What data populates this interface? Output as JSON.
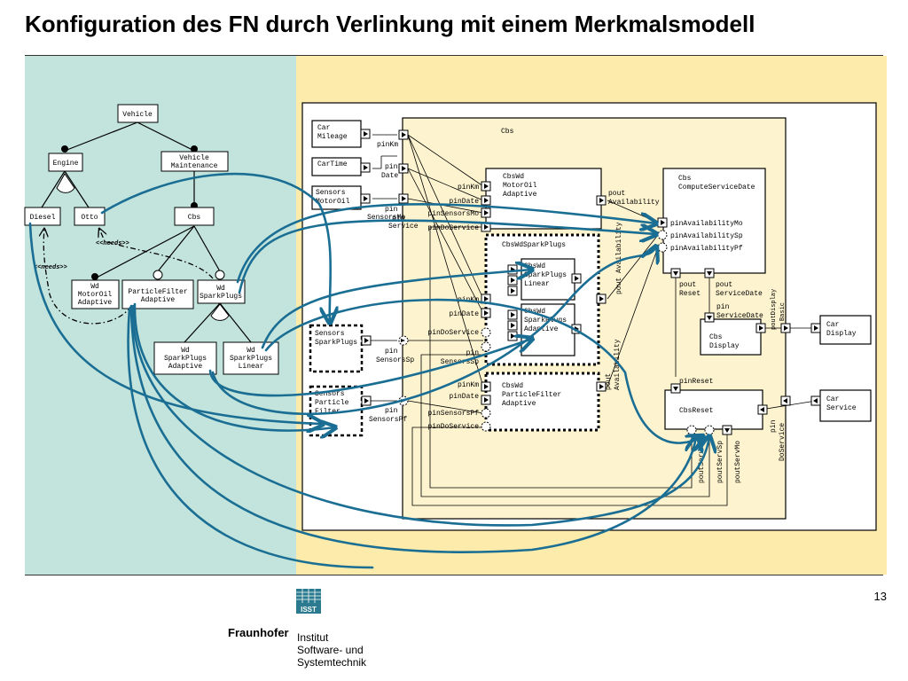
{
  "title": "Konfiguration des FN durch Verlinkung mit einem Merkmalsmodell",
  "page_number": "13",
  "footer": {
    "logo_text": "ISST",
    "org": "Fraunhofer",
    "institute_lines": [
      "Institut",
      "Software- und",
      "Systemtechnik"
    ]
  },
  "colors": {
    "left_panel": "#c3e4dc",
    "right_panel": "#fcebaa",
    "link_arrow": "#1b6e93",
    "inner_fill": "#fdf3cf"
  },
  "feature_model": {
    "vehicle": "Vehicle",
    "engine": "Engine",
    "vehicle_maintenance": [
      "Vehicle",
      "Maintenance"
    ],
    "diesel": "Diesel",
    "otto": "Otto",
    "cbs": "Cbs",
    "needs_1": "<<needs>>",
    "needs_2": "<<needs>>",
    "wd_motoroil": [
      "Wd",
      "MotorOil",
      "Adaptive"
    ],
    "particlefilter": [
      "ParticleFilter",
      "Adaptive"
    ],
    "wd_sparkplugs": [
      "Wd",
      "SparkPlugs"
    ],
    "wd_sparkplugs_adaptive": [
      "Wd",
      "SparkPlugs",
      "Adaptive"
    ],
    "wd_sparkplugs_linear": [
      "Wd",
      "SparkPlugs",
      "Linear"
    ]
  },
  "network": {
    "car_mileage": [
      "Car",
      "Mileage"
    ],
    "cartime": "CarTime",
    "sensors_motoroil": [
      "Sensors",
      "MotorOil"
    ],
    "sensors_sparkplugs": [
      "Sensors",
      "SparkPlugs"
    ],
    "sensors_particle": [
      "Sensors",
      "Particle",
      "Filter"
    ],
    "cbs": "Cbs",
    "pinkm": "pinKm",
    "pin_date": [
      "pin",
      "Date"
    ],
    "pin_sensors_mo": [
      "pin",
      "SensorsMo"
    ],
    "pin_service": [
      "pin",
      "Service"
    ],
    "pin_sensors_sp": [
      "pin",
      "SensorsSp"
    ],
    "pin_sensors_pf": [
      "pin",
      "SensorsPf"
    ],
    "cbswd_motoroil": [
      "CbsWd",
      "MotorOil",
      "Adaptive"
    ],
    "mo_ports": [
      "pinKm",
      "pinDate",
      "pinSensorsMo",
      "pinDoService"
    ],
    "pout_availability": [
      "pout",
      "Availability"
    ],
    "cbswd_sparkplugs": "CbsWdSparkPlugs",
    "sp_linear": [
      "CbsWd",
      "SparkPlugs",
      "Linear"
    ],
    "sp_adaptive": [
      "CbsWd",
      "SparkPlugs",
      "Adaptive"
    ],
    "sp_ports": [
      "pinKm",
      "pinDate",
      "pinDoService",
      "pin",
      "SensorsSp"
    ],
    "pout_avail_vertical": "pout Availability",
    "cbswd_pf": [
      "CbsWd",
      "ParticleFilter",
      "Adaptive"
    ],
    "pf_ports": [
      "pinKm",
      "pinDate",
      "pinSensorsPf",
      "pinDoService"
    ],
    "compute": [
      "Cbs",
      "ComputeServiceDate"
    ],
    "compute_ports": [
      "pinAvailabilityMo",
      "pinAvailabilitySp",
      "pinAvailabilityPf"
    ],
    "pout_reset": [
      "pout",
      "Reset"
    ],
    "pout_servicedate": [
      "pout",
      "ServiceDate"
    ],
    "pin_servicedate": [
      "pin",
      "ServiceDate"
    ],
    "pout_display_basic": [
      "poutDisplay",
      "Basic"
    ],
    "cbs_display": [
      "Cbs",
      "Display"
    ],
    "car_display": [
      "Car",
      "Display"
    ],
    "pin_reset": "pinReset",
    "cbs_reset": "CbsReset",
    "car_service": [
      "Car",
      "Service"
    ],
    "pin_doservice": [
      "pin",
      "DoService"
    ],
    "reset_outs": [
      "poutServMo",
      "poutServSp",
      "poutServPf"
    ]
  }
}
